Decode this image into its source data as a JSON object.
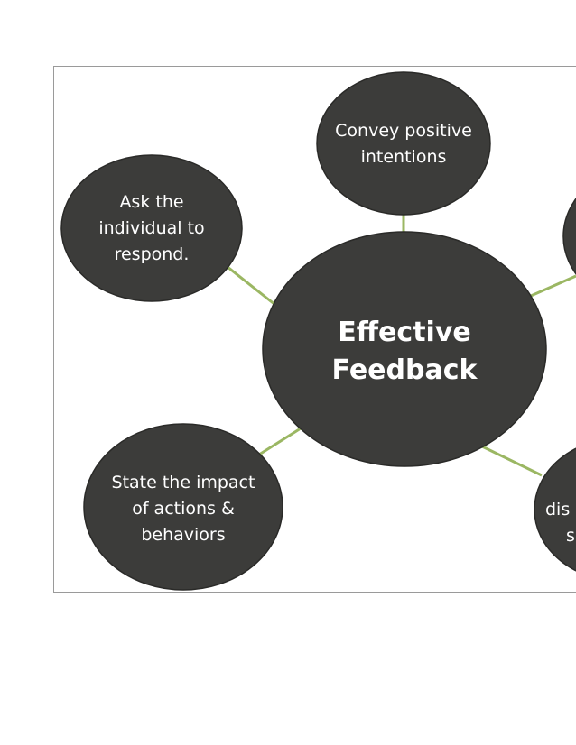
{
  "diagram": {
    "center": {
      "lines": [
        "Effective",
        "Feedback"
      ]
    },
    "nodes": [
      {
        "id": "top",
        "lines": [
          "Convey positive",
          "intentions"
        ]
      },
      {
        "id": "upper-left",
        "lines": [
          "Ask the",
          "individual to",
          "respond."
        ]
      },
      {
        "id": "lower-left",
        "lines": [
          "State the impact",
          "of actions &",
          "behaviors"
        ]
      },
      {
        "id": "lower-right",
        "lines": [
          "dis",
          "s"
        ]
      },
      {
        "id": "upper-right",
        "lines": []
      }
    ],
    "colors": {
      "node_fill": "#3c3c3a",
      "node_stroke": "#2a2a28",
      "connector": "#9bb763",
      "text": "#ffffff",
      "frame_border": "#9a9a9a"
    }
  }
}
